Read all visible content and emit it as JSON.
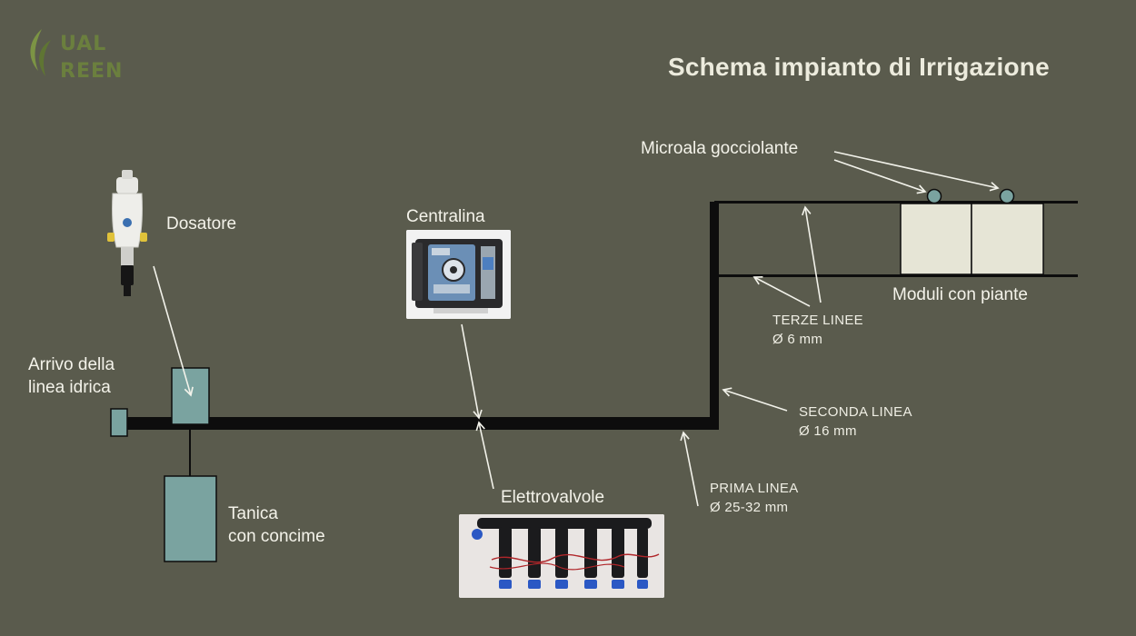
{
  "title": "Schema impianto di Irrigazione",
  "logo": {
    "line1": "UAL",
    "line2": "REEN"
  },
  "labels": {
    "dosatore": "Dosatore",
    "centralina": "Centralina",
    "microala": "Microala gocciolante",
    "moduli": "Moduli con piante",
    "terze_linee": "TERZE LINEE",
    "terze_diam": "Ø 6 mm",
    "seconda_linea": "SECONDA LINEA",
    "seconda_diam": "Ø 16 mm",
    "prima_linea": "PRIMA LINEA",
    "prima_diam": "Ø 25-32 mm",
    "arrivo_1": "Arrivo della",
    "arrivo_2": "linea idrica",
    "tanica_1": "Tanica",
    "tanica_2": "con concime",
    "elettrovalvole": "Elettrovalvole"
  },
  "colors": {
    "background": "#5a5b4d",
    "pipe": "#0d0d0d",
    "tank": "#7aa3a0",
    "module": "#e6e5d6",
    "arrow": "#f2f2ea",
    "logo": "#6b7f3e"
  }
}
